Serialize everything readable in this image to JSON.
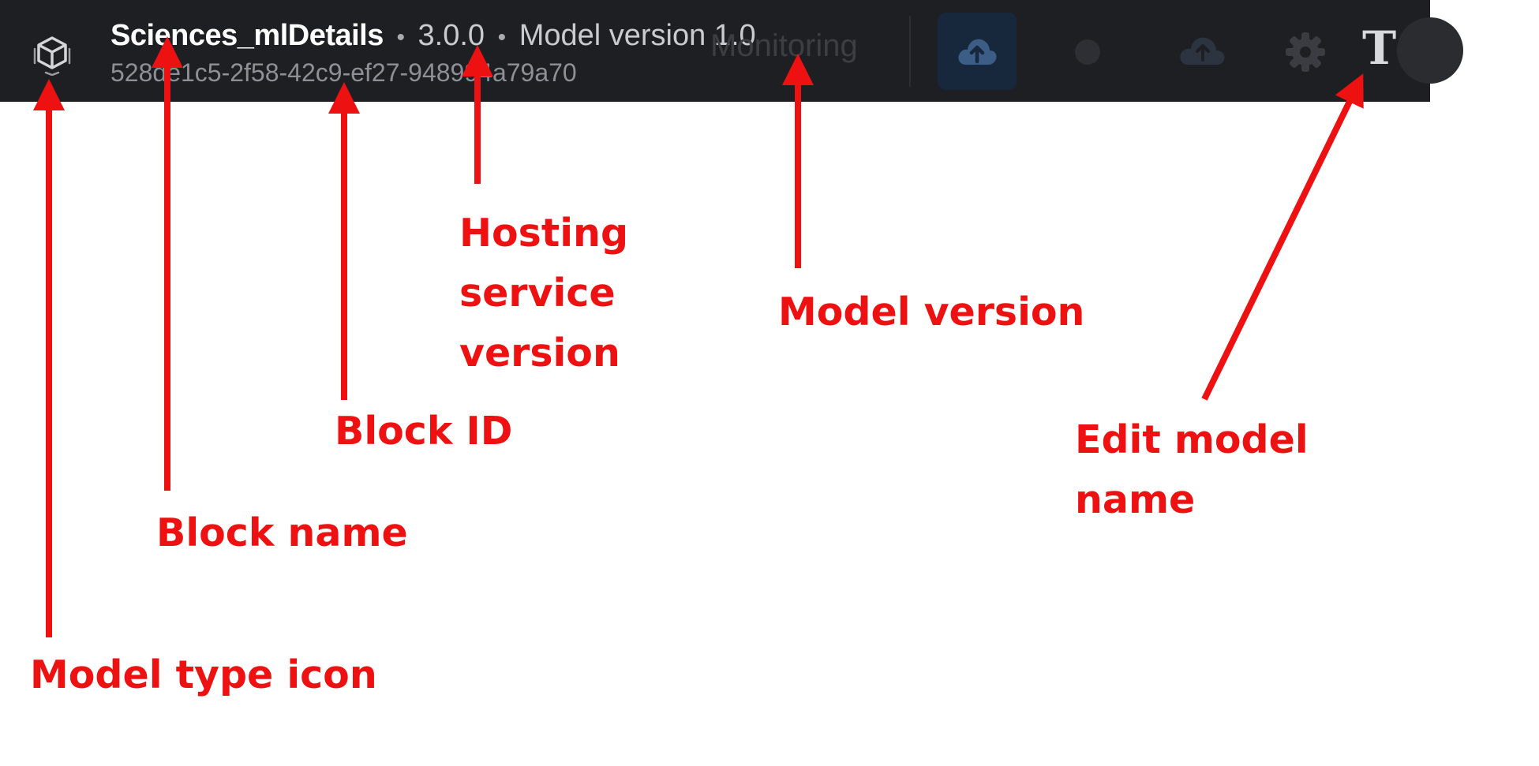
{
  "header": {
    "block_name": "Sciences_mlDetails",
    "separator": "•",
    "hosting_version": "3.0.0",
    "model_version": "Model version 1.0",
    "block_id": "528de1c5-2f58-42c9-ef27-948994a79a70",
    "ghost_tab_label": "Monitoring",
    "edit_name_glyph": "T",
    "icons": {
      "model_type": "cube-icon",
      "upload": "cloud-upload-icon",
      "status": "dot-icon",
      "cloud": "cloud-icon",
      "settings": "gear-icon"
    }
  },
  "annotations": {
    "model_type_icon": "Model type icon",
    "block_name": "Block name",
    "block_id": "Block ID",
    "hosting_service_version": "Hosting service version",
    "model_version": "Model version",
    "edit_model_name": "Edit model name"
  },
  "colors": {
    "header_bg": "#1e1f23",
    "annotation_red": "#ee1111"
  }
}
